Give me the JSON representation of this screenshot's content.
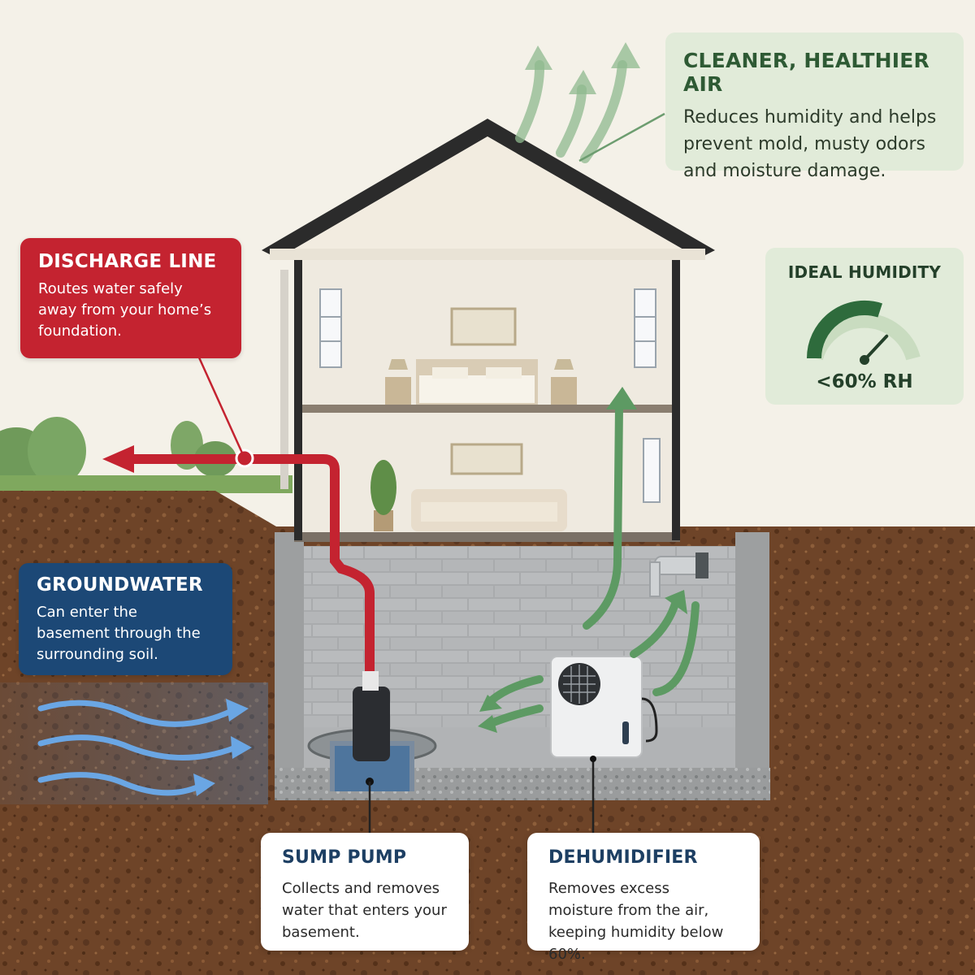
{
  "callouts": {
    "air": {
      "title": "CLEANER, HEALTHIER AIR",
      "body": "Reduces humidity and helps prevent mold, musty odors and moisture damage."
    },
    "discharge": {
      "title": "DISCHARGE LINE",
      "body": "Routes water safely away from your home’s foundation."
    },
    "humidity": {
      "title": "IDEAL HUMIDITY",
      "reading": "<60% RH",
      "gauge_fraction": 0.6
    },
    "groundwater": {
      "title": "GROUNDWATER",
      "body": "Can enter the basement through the surrounding soil."
    },
    "sump": {
      "title": "SUMP PUMP",
      "body": "Collects and removes water that enters your basement."
    },
    "dehumidifier": {
      "title": "DEHUMIDIFIER",
      "body": "Removes excess moisture from the air, keeping humidity below 60%."
    }
  },
  "colors": {
    "sky": "#f4f1e8",
    "soil": "#6e4428",
    "discharge_red": "#c42330",
    "groundwater_blue": "#1c4876",
    "air_green": "#5d9a63",
    "panel_green": "#e1ebd9",
    "gauge_dark": "#2e6b3c",
    "gauge_light": "#c9dcc0"
  },
  "icons": [
    "airflow-arrow-icon",
    "gauge-icon",
    "water-flow-arrow-icon"
  ]
}
